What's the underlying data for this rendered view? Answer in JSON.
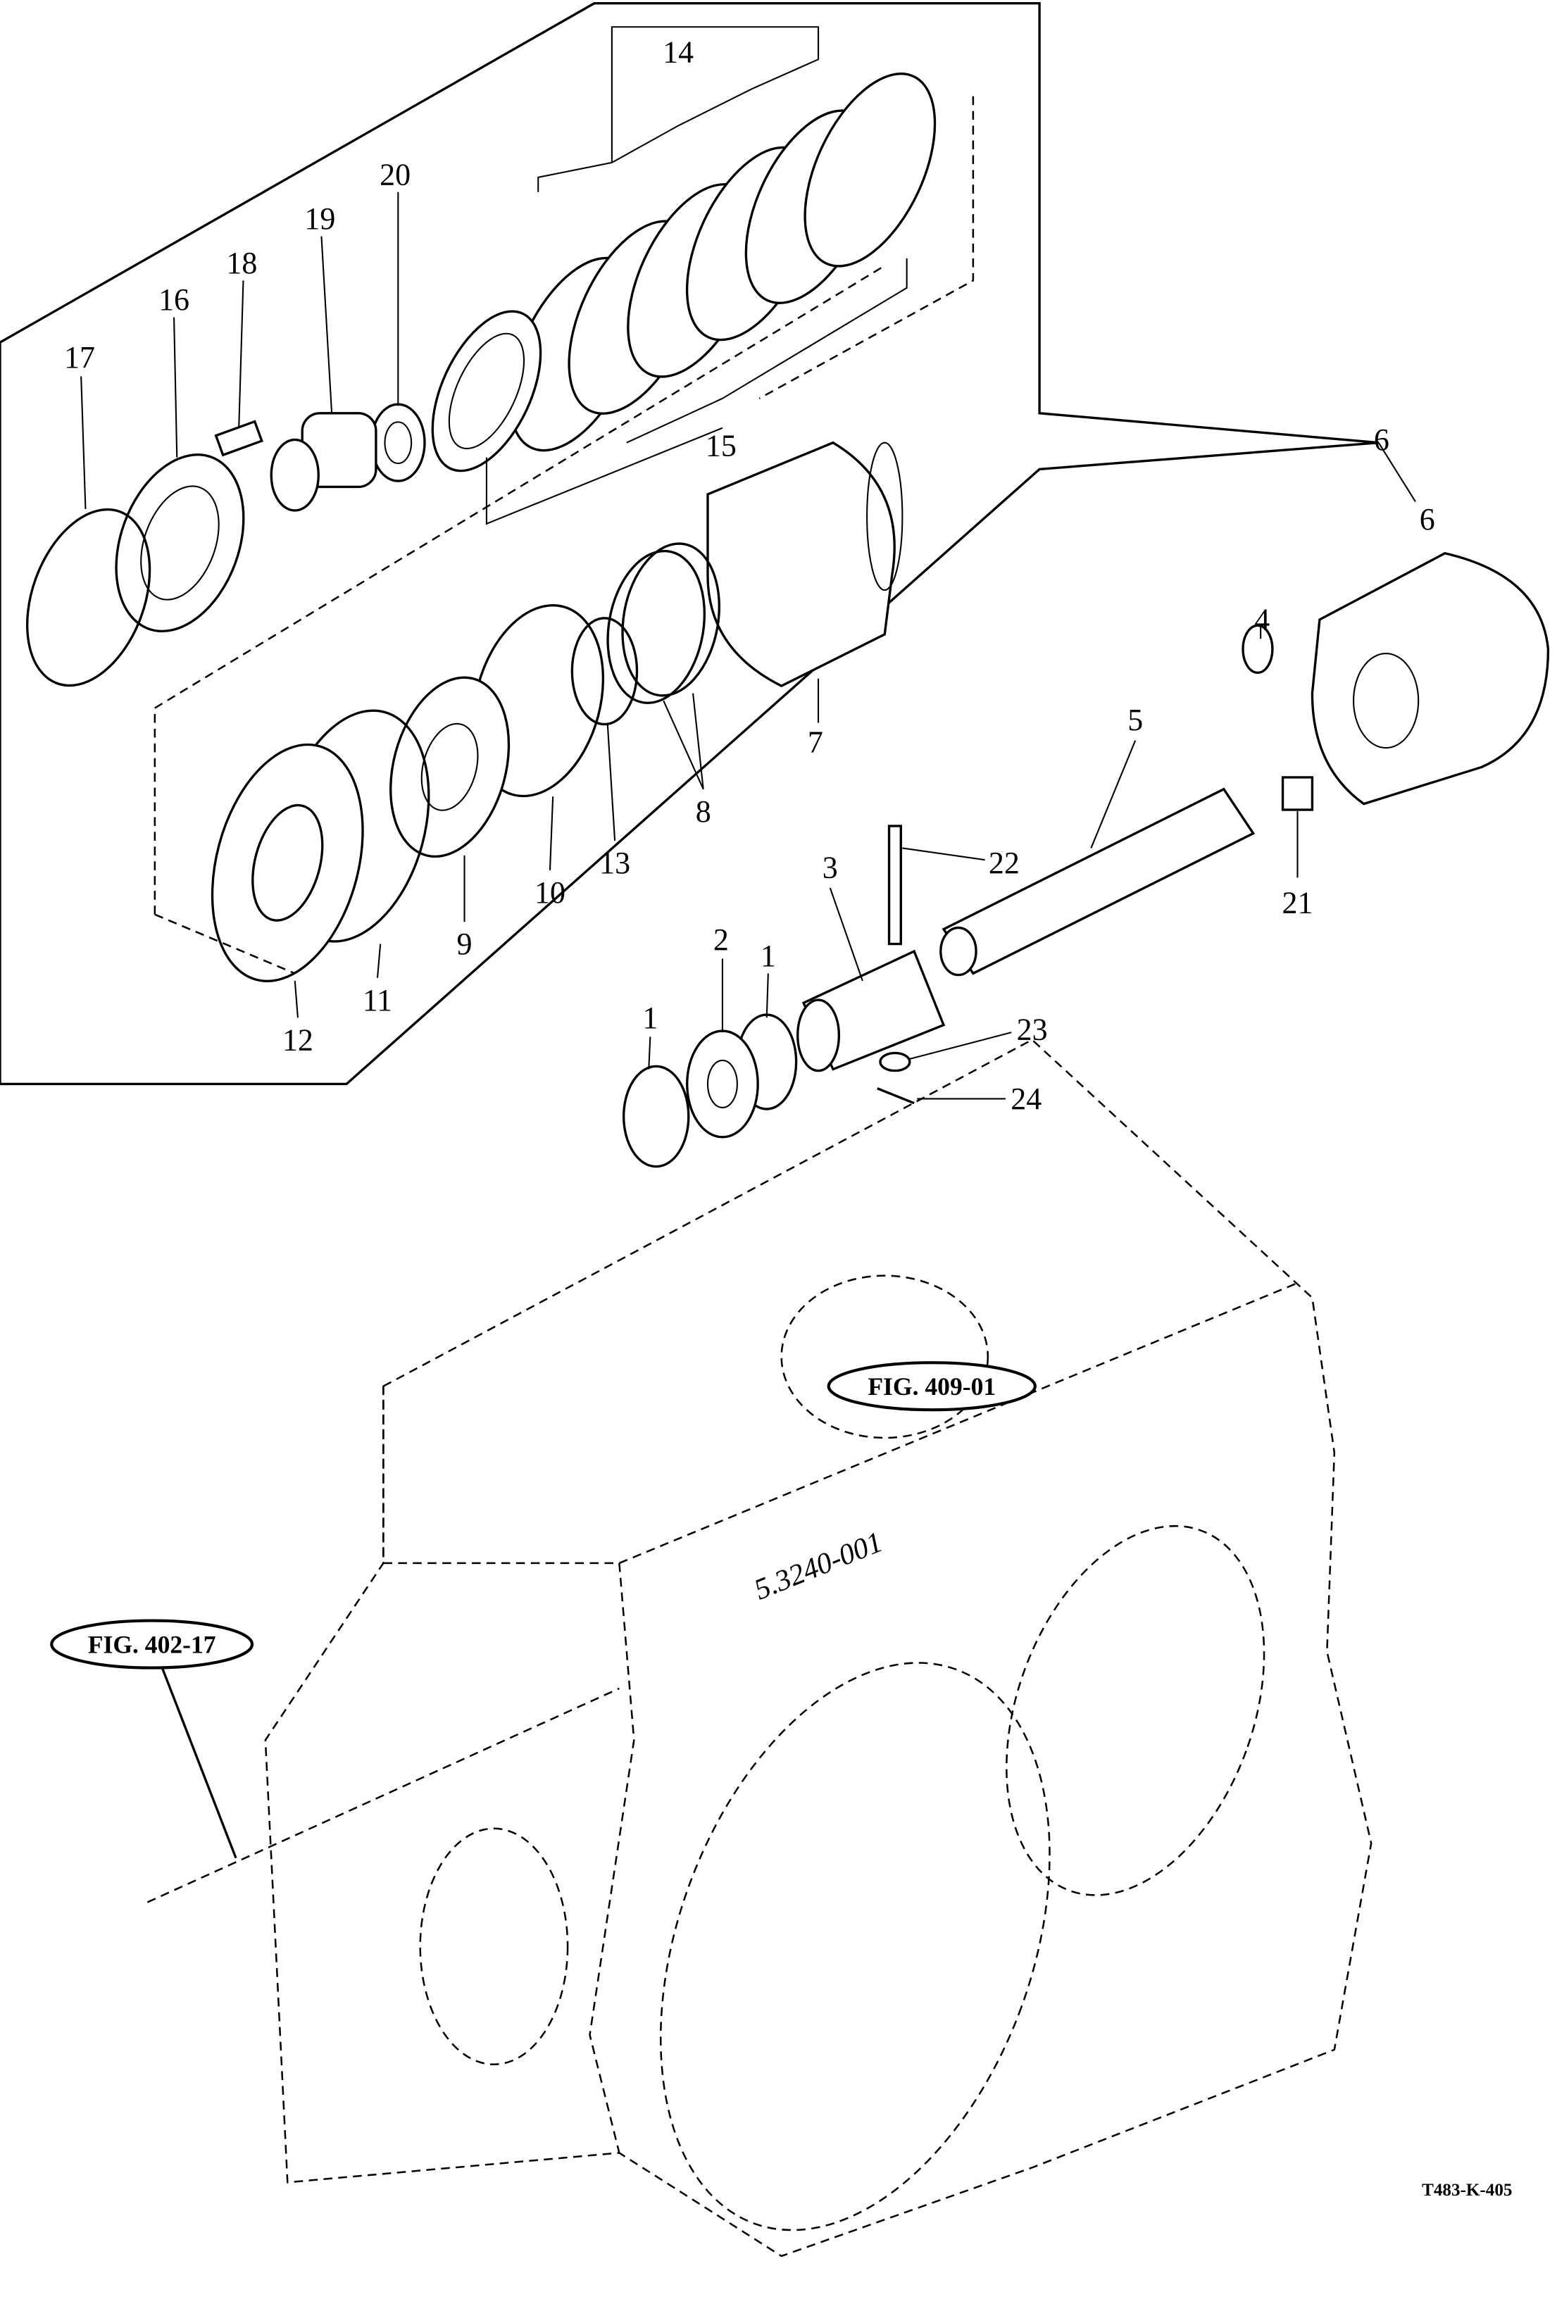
{
  "callouts": [
    "1",
    "1",
    "2",
    "3",
    "4",
    "5",
    "6",
    "6",
    "7",
    "8",
    "9",
    "10",
    "11",
    "12",
    "13",
    "14",
    "15",
    "16",
    "17",
    "18",
    "19",
    "20",
    "21",
    "22",
    "23",
    "24"
  ],
  "figure_refs": {
    "upper": "FIG. 409-01",
    "left": "FIG. 402-17"
  },
  "drawing_code": "T483-K-405",
  "casting_mark": "5.3240-001"
}
